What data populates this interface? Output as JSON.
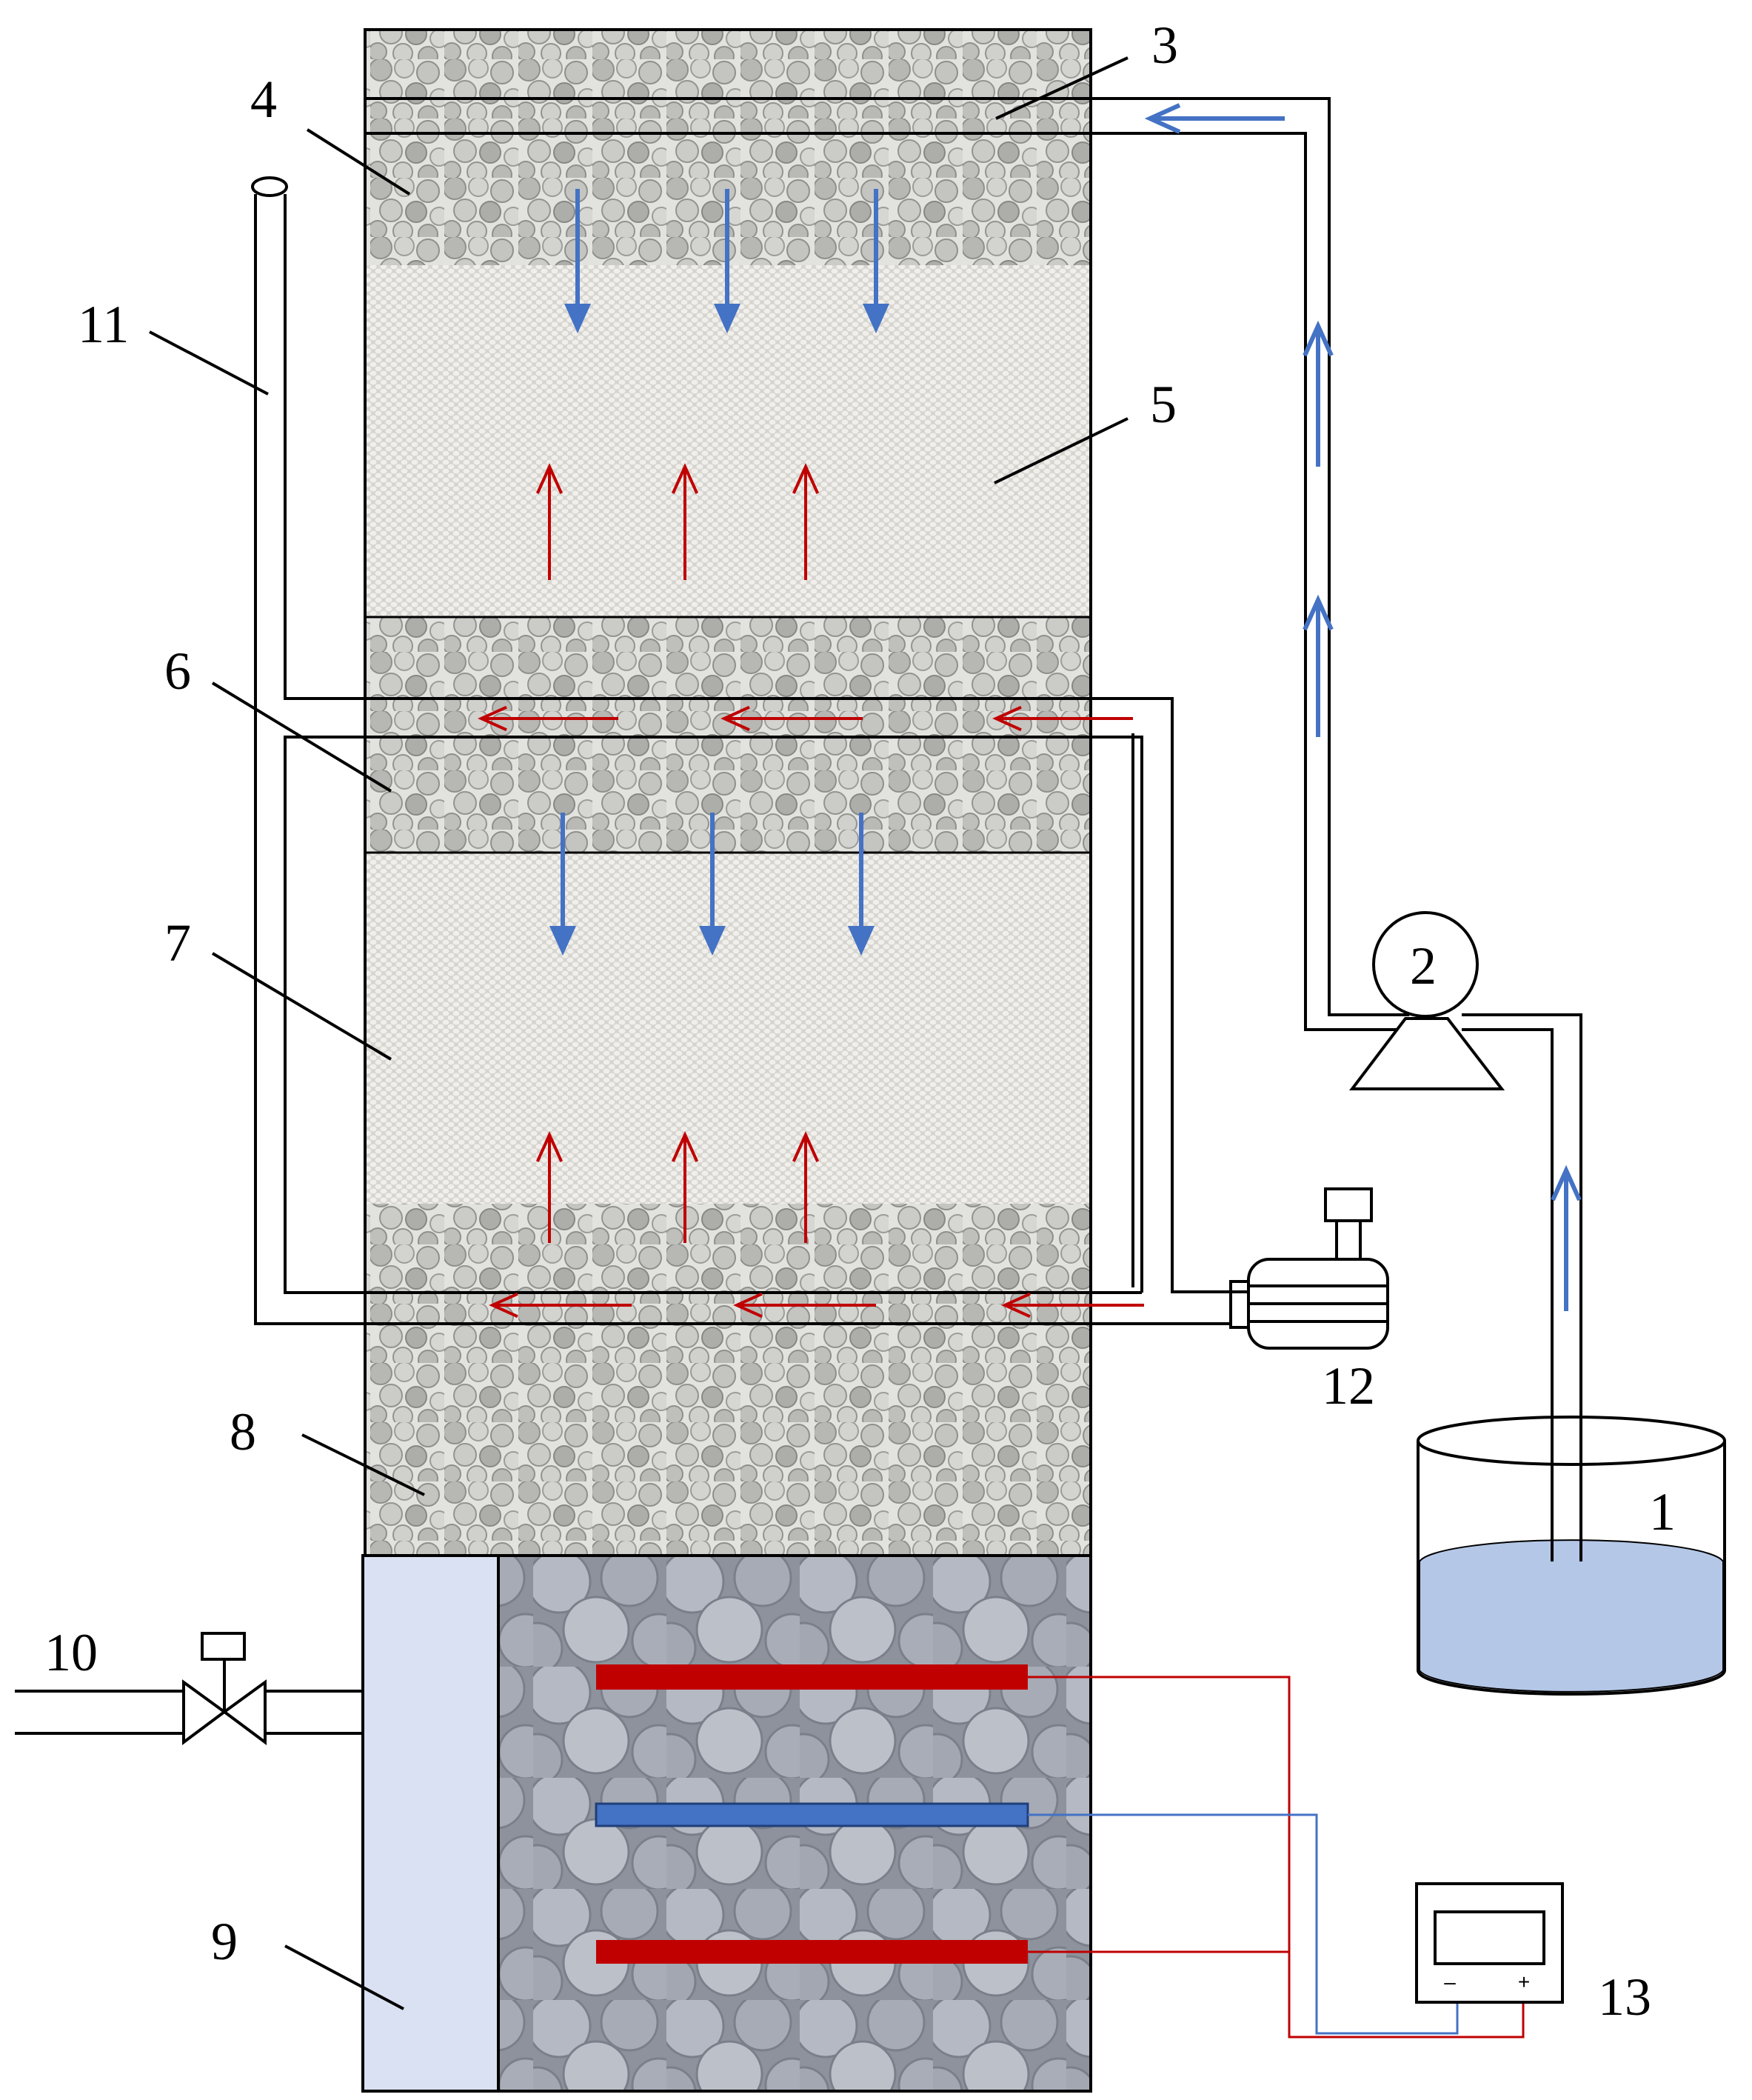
{
  "labels": {
    "l1": "1",
    "l2": "2",
    "l3": "3",
    "l4": "4",
    "l5": "5",
    "l6": "6",
    "l7": "7",
    "l8": "8",
    "l9": "9",
    "l10": "10",
    "l11": "11",
    "l12": "12",
    "l13": "13"
  },
  "power_supply": {
    "minus": "–",
    "plus": "+"
  },
  "colors": {
    "water_flow": "#4472c4",
    "air_flow": "#c00000",
    "anode": "#c00000",
    "cathode": "#4472c4",
    "liquid": "#b4c7e7",
    "chamber": "#d9e1f2"
  },
  "icons": {
    "pump": "peristaltic-pump-icon",
    "blower": "air-blower-icon",
    "valve": "solenoid-valve-icon",
    "tank": "water-tank-icon",
    "meter": "power-supply-icon"
  }
}
